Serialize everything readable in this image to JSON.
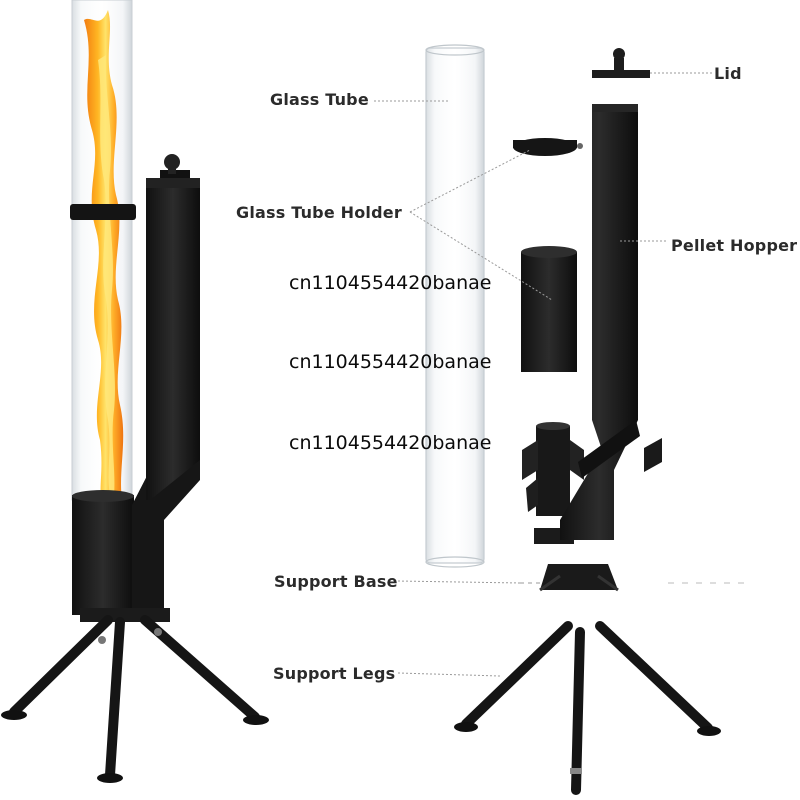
{
  "labels": {
    "glass_tube": "Glass Tube",
    "glass_tube_holder": "Glass Tube Holder",
    "lid": "Lid",
    "pellet_hopper": "Pellet Hopper",
    "support_base": "Support Base",
    "support_legs": "Support Legs"
  },
  "watermarks": [
    "cn1104554420banae",
    "cn1104554420banae",
    "cn1104554420banae"
  ],
  "colors": {
    "metal": "#1a1a1a",
    "metal_highlight": "#3a3a3a",
    "flame_core": "#ffd23a",
    "flame_outer": "#f38a12",
    "glass": "#e9eef2",
    "leader_line": "#9a9a9a",
    "label_text": "#2b2b2b"
  }
}
